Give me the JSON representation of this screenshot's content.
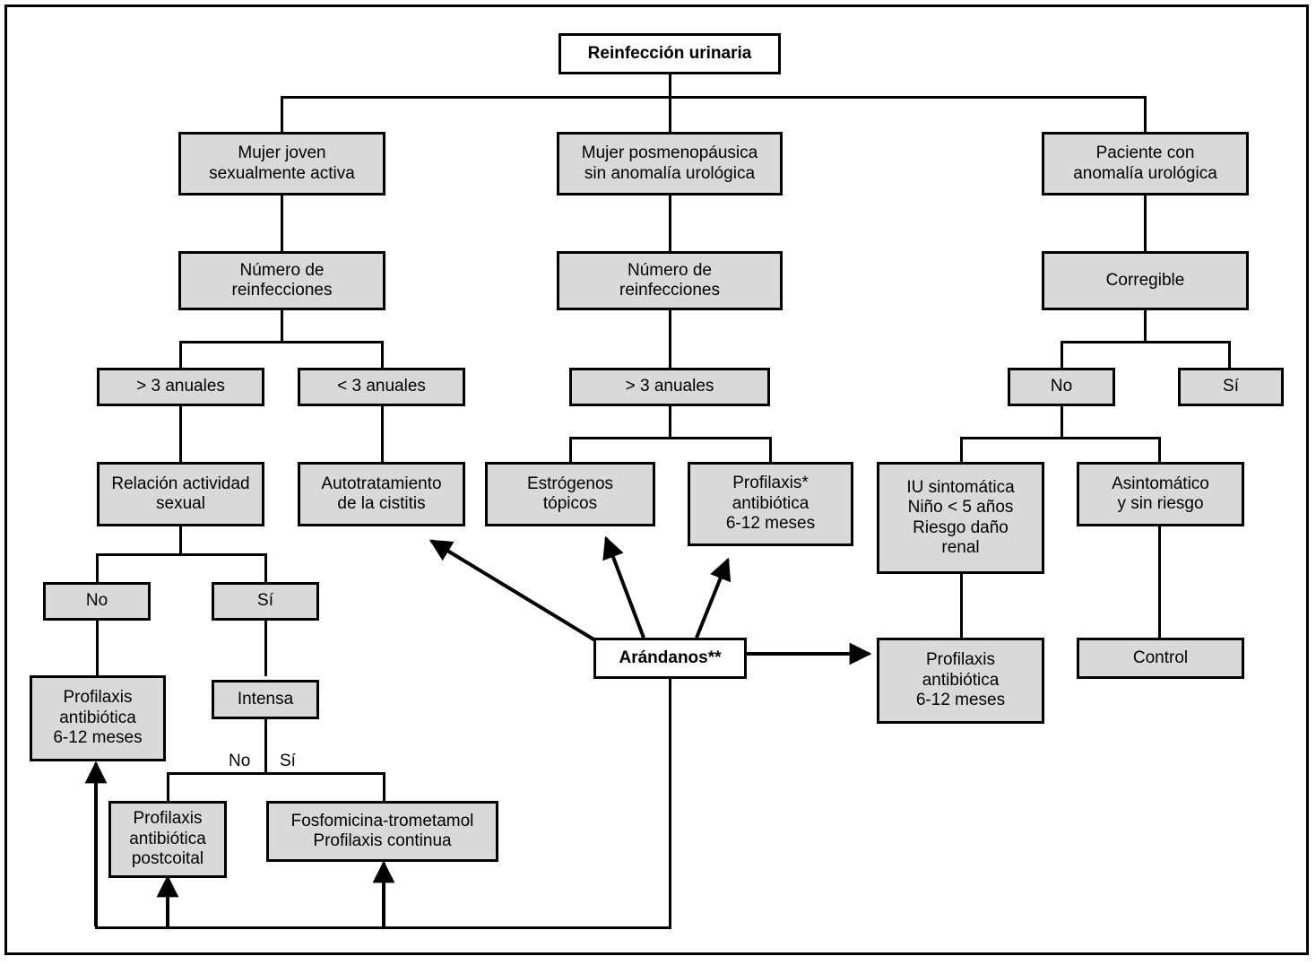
{
  "diagram": {
    "title": "Reinfección urinaria",
    "type": "clinical-flowchart",
    "language": "es",
    "root": {
      "label": "Reinfección urinaria"
    },
    "branches": [
      {
        "id": "mujer-joven",
        "label": "Mujer joven\nsexualmente activa"
      },
      {
        "id": "mujer-posmenopausica",
        "label": "Mujer posmenopáusica\nsin anomalía urológica"
      },
      {
        "id": "paciente-anomalia",
        "label": "Paciente con\nanomalía urológica"
      }
    ],
    "nodes": {
      "num_reinf_left": "Número de\nreinfecciones",
      "num_reinf_mid": "Número de\nreinfecciones",
      "corregible": "Corregible",
      "mas3_left": "> 3 anuales",
      "menos3_left": "< 3 anuales",
      "mas3_mid": "> 3 anuales",
      "corr_no": "No",
      "corr_si": "Sí",
      "relacion_actividad": "Relación actividad\nsexual",
      "autotratamiento": "Autotratamiento\nde la cistitis",
      "estrogenos": "Estrógenos\ntópicos",
      "profilaxis_mid": "Profilaxis*\nantibiótica\n6-12 meses",
      "iu_sintomatica": "IU sintomática\nNiño < 5 años\nRiesgo daño\nrenal",
      "asintomatico": "Asintomático\ny sin riesgo",
      "rel_no": "No",
      "rel_si": "Sí",
      "profilaxis_left": "Profilaxis\nantibiótica\n6-12 meses",
      "intensa": "Intensa",
      "profilaxis_right": "Profilaxis\nantibiótica\n6-12 meses",
      "control": "Control",
      "profilaxis_postcoital": "Profilaxis\nantibiótica\npostcoital",
      "fosfomicina": "Fosfomicina-trometamol\nProfilaxis continua",
      "arandanos": "Arándanos**"
    },
    "edge_labels": {
      "intensa_no": "No",
      "intensa_si": "Sí"
    },
    "colors": {
      "node_fill": "#d9d9d9",
      "node_stroke": "#000000",
      "highlight_fill": "#ffffff",
      "background": "#ffffff"
    }
  }
}
